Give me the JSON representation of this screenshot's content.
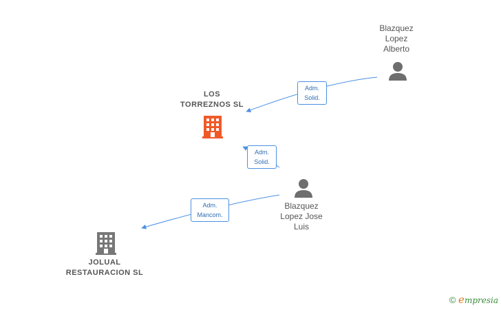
{
  "colors": {
    "edge": "#4a90e2",
    "company_main": "#f05a28",
    "company_other": "#777777",
    "person": "#6e6e6e",
    "label": "#555555"
  },
  "nodes": {
    "person_alberto": {
      "lines": [
        "Blazquez",
        "Lopez",
        "Alberto"
      ],
      "icon": "person-icon"
    },
    "company_torreznos": {
      "lines": [
        "LOS",
        "TORREZNOS SL"
      ],
      "icon": "building-icon"
    },
    "person_jose_luis": {
      "lines": [
        "Blazquez",
        "Lopez Jose",
        "Luis"
      ],
      "icon": "person-icon"
    },
    "company_jolual": {
      "lines": [
        "JOLUAL",
        "RESTAURACION SL"
      ],
      "icon": "building-icon"
    }
  },
  "edges": {
    "alberto_to_torreznos": {
      "lines": [
        "Adm.",
        "Solid."
      ]
    },
    "joseluis_to_torreznos": {
      "lines": [
        "Adm.",
        "Solid."
      ]
    },
    "joseluis_to_jolual": {
      "lines": [
        "Adm.",
        "Mancom."
      ]
    }
  },
  "footer": {
    "copyright": "©",
    "brand_initial": "e",
    "brand_rest": "mpresia"
  }
}
